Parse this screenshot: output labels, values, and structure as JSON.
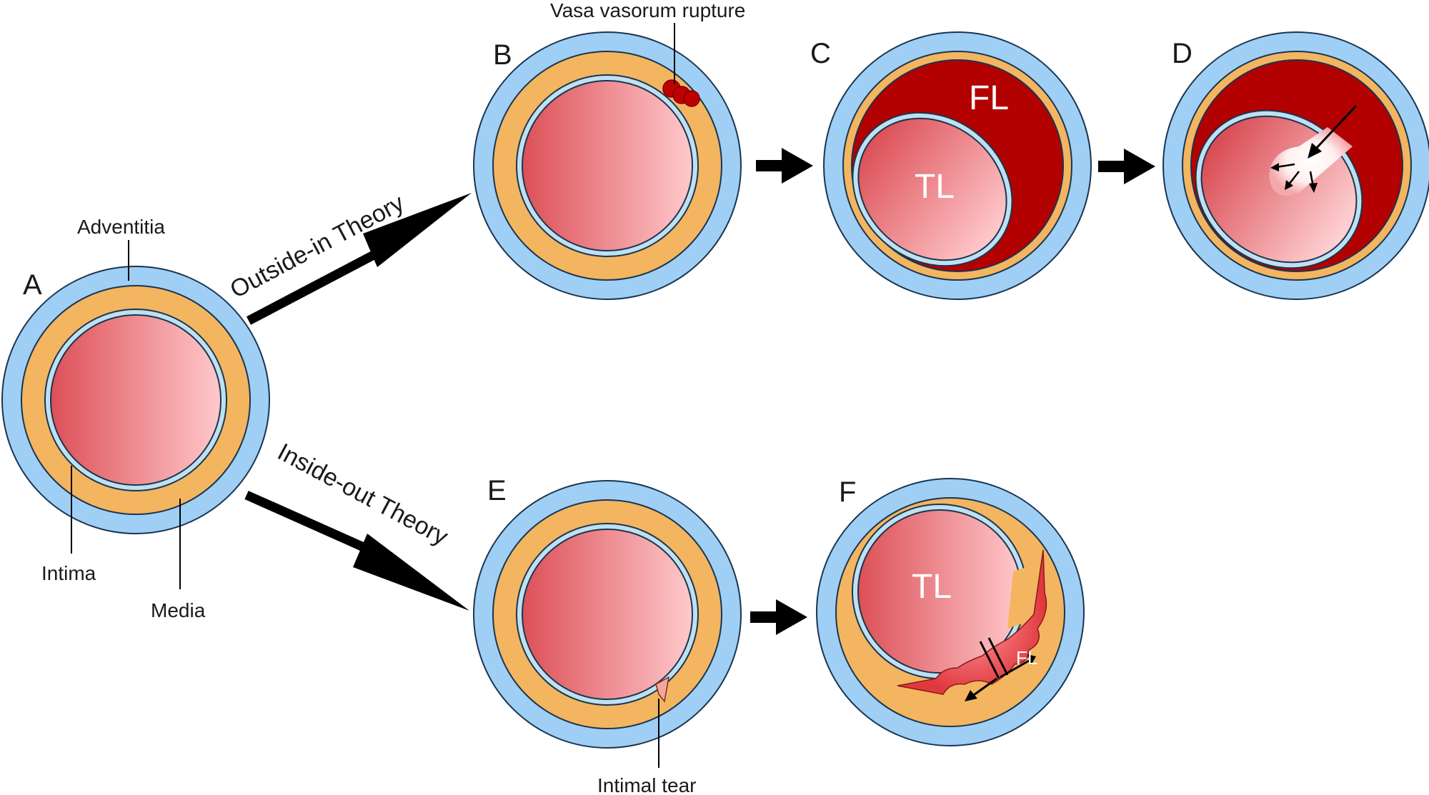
{
  "panels": {
    "a": "A",
    "b": "B",
    "c": "C",
    "d": "D",
    "e": "E",
    "f": "F"
  },
  "labels": {
    "adventitia": "Adventitia",
    "intima": "Intima",
    "media": "Media",
    "vasa_vasorum_rupture": "Vasa vasorum rupture",
    "intimal_tear": "Intimal tear"
  },
  "theories": {
    "outside_in": "Outside-in Theory",
    "inside_out": "Inside-out Theory"
  },
  "lumens": {
    "true_lumen": "TL",
    "false_lumen": "FL"
  },
  "colors": {
    "adventitia": "#9fcff5",
    "media": "#f3b560",
    "intima": "#bfe0f0",
    "lumen_dark": "#dc5057",
    "lumen_light": "#ffc9cc",
    "false_lumen": "#b30000",
    "outline": "#1a3550",
    "arrow": "#000000"
  }
}
